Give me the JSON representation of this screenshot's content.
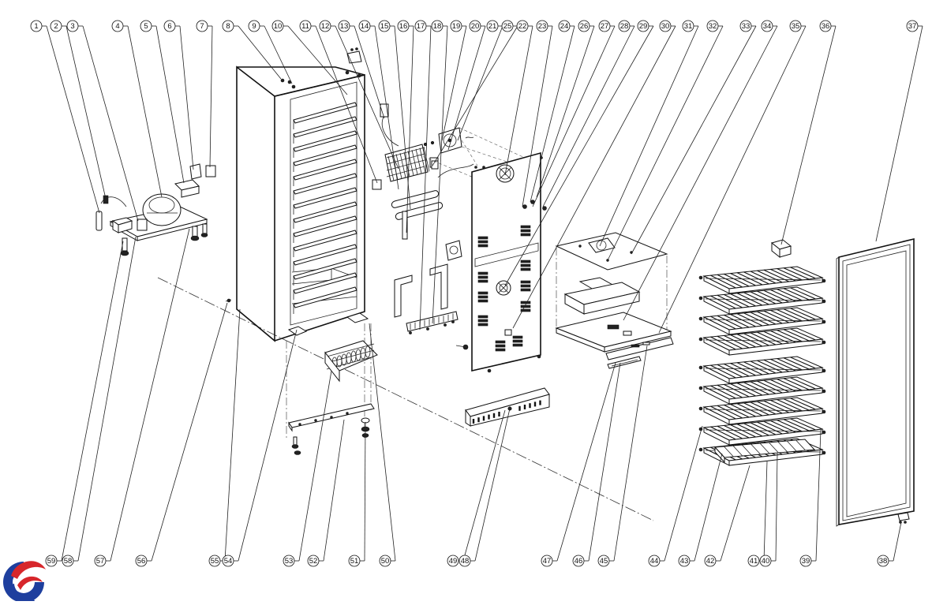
{
  "diagram": {
    "top_labels": [
      "1",
      "2",
      "3",
      "4",
      "5",
      "6",
      "7",
      "8",
      "9",
      "10",
      "11",
      "12",
      "13",
      "14",
      "15",
      "16",
      "17",
      "18",
      "19",
      "20",
      "21",
      "25",
      "22",
      "23",
      "24",
      "26",
      "27",
      "28",
      "29",
      "30",
      "31",
      "32",
      "33",
      "34",
      "35",
      "36",
      "37"
    ],
    "bottom_labels": [
      "59",
      "58",
      "57",
      "56",
      "55",
      "54",
      "53",
      "52",
      "51",
      "50",
      "49",
      "48",
      "47",
      "46",
      "45",
      "44",
      "43",
      "42",
      "41",
      "40",
      "39",
      "38"
    ]
  },
  "logo": {
    "name": "company-logo",
    "colors": {
      "blue": "#1e3f9e",
      "red": "#d7262b"
    }
  }
}
